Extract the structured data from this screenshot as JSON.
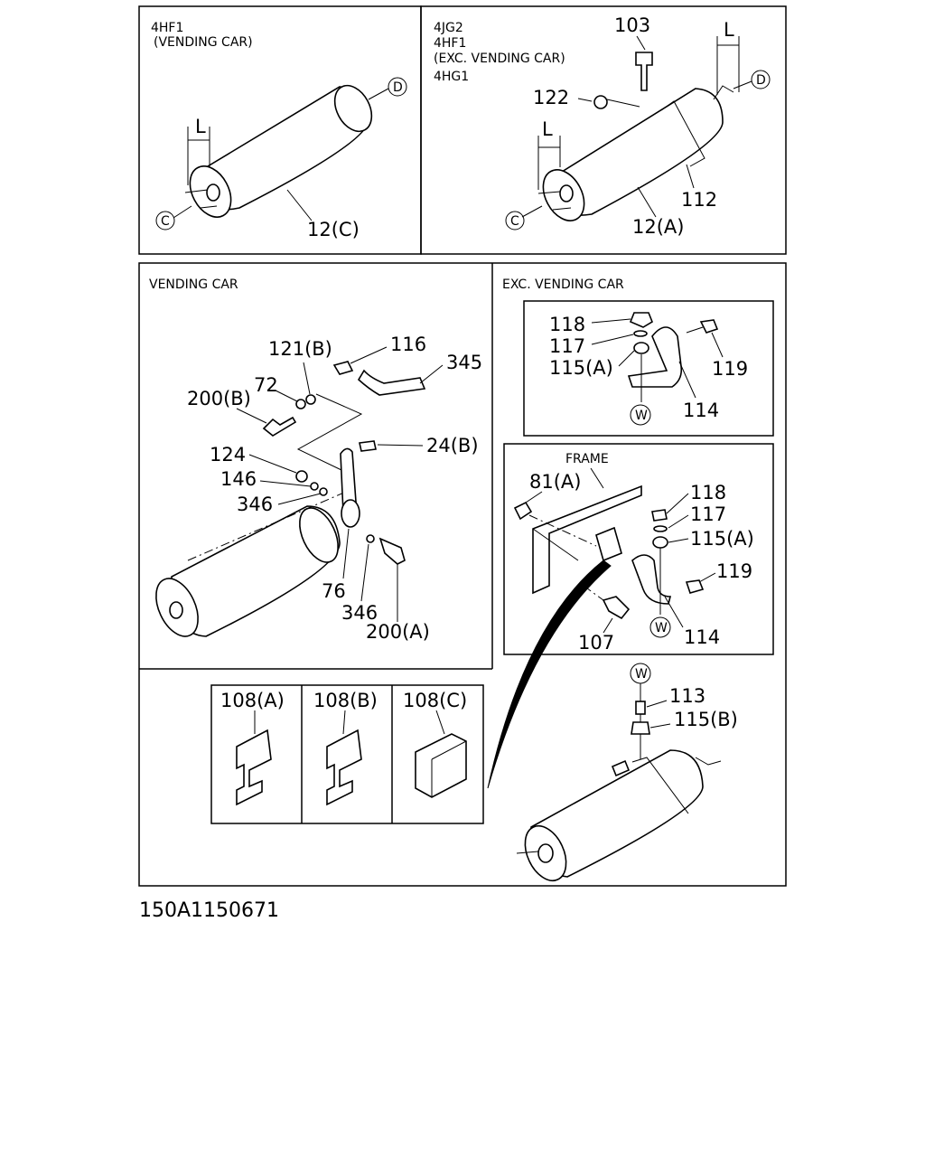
{
  "panel_4hf1_vending": {
    "title_line1": "4HF1",
    "title_line2": "(VENDING CAR)",
    "callout_d": "D",
    "callout_c": "C",
    "dim_l": "L",
    "part_12c": "12(C)"
  },
  "panel_4jg2": {
    "title_line1": "4JG2",
    "title_line2": "4HF1",
    "title_line3": "(EXC. VENDING CAR)",
    "title_line4": "4HG1",
    "part_103": "103",
    "part_122": "122",
    "dim_l_left": "L",
    "dim_l_right": "L",
    "callout_d": "D",
    "callout_c": "C",
    "part_112": "112",
    "part_12a": "12(A)"
  },
  "panel_vending_car": {
    "title": "VENDING CAR",
    "part_121b": "121(B)",
    "part_116": "116",
    "part_345": "345",
    "part_72": "72",
    "part_200b": "200(B)",
    "part_24b": "24(B)",
    "part_124": "124",
    "part_146": "146",
    "part_346_top": "346",
    "part_76": "76",
    "part_346_bottom": "346",
    "part_200a": "200(A)"
  },
  "panel_exc_vending": {
    "title": "EXC. VENDING CAR",
    "upper": {
      "part_118": "118",
      "part_117": "117",
      "part_115a": "115(A)",
      "part_119": "119",
      "part_114": "114",
      "callout_w": "W"
    },
    "lower": {
      "frame_label": "FRAME",
      "part_81a": "81(A)",
      "part_118": "118",
      "part_117": "117",
      "part_115a": "115(A)",
      "part_119": "119",
      "part_107": "107",
      "part_114": "114",
      "callout_w": "W"
    }
  },
  "panel_brackets": {
    "bracket_a": "108(A)",
    "bracket_b": "108(B)",
    "bracket_c": "108(C)"
  },
  "panel_bottom_right": {
    "callout_w": "W",
    "part_113": "113",
    "part_115b": "115(B)"
  },
  "diagram_code": "150A1150671"
}
